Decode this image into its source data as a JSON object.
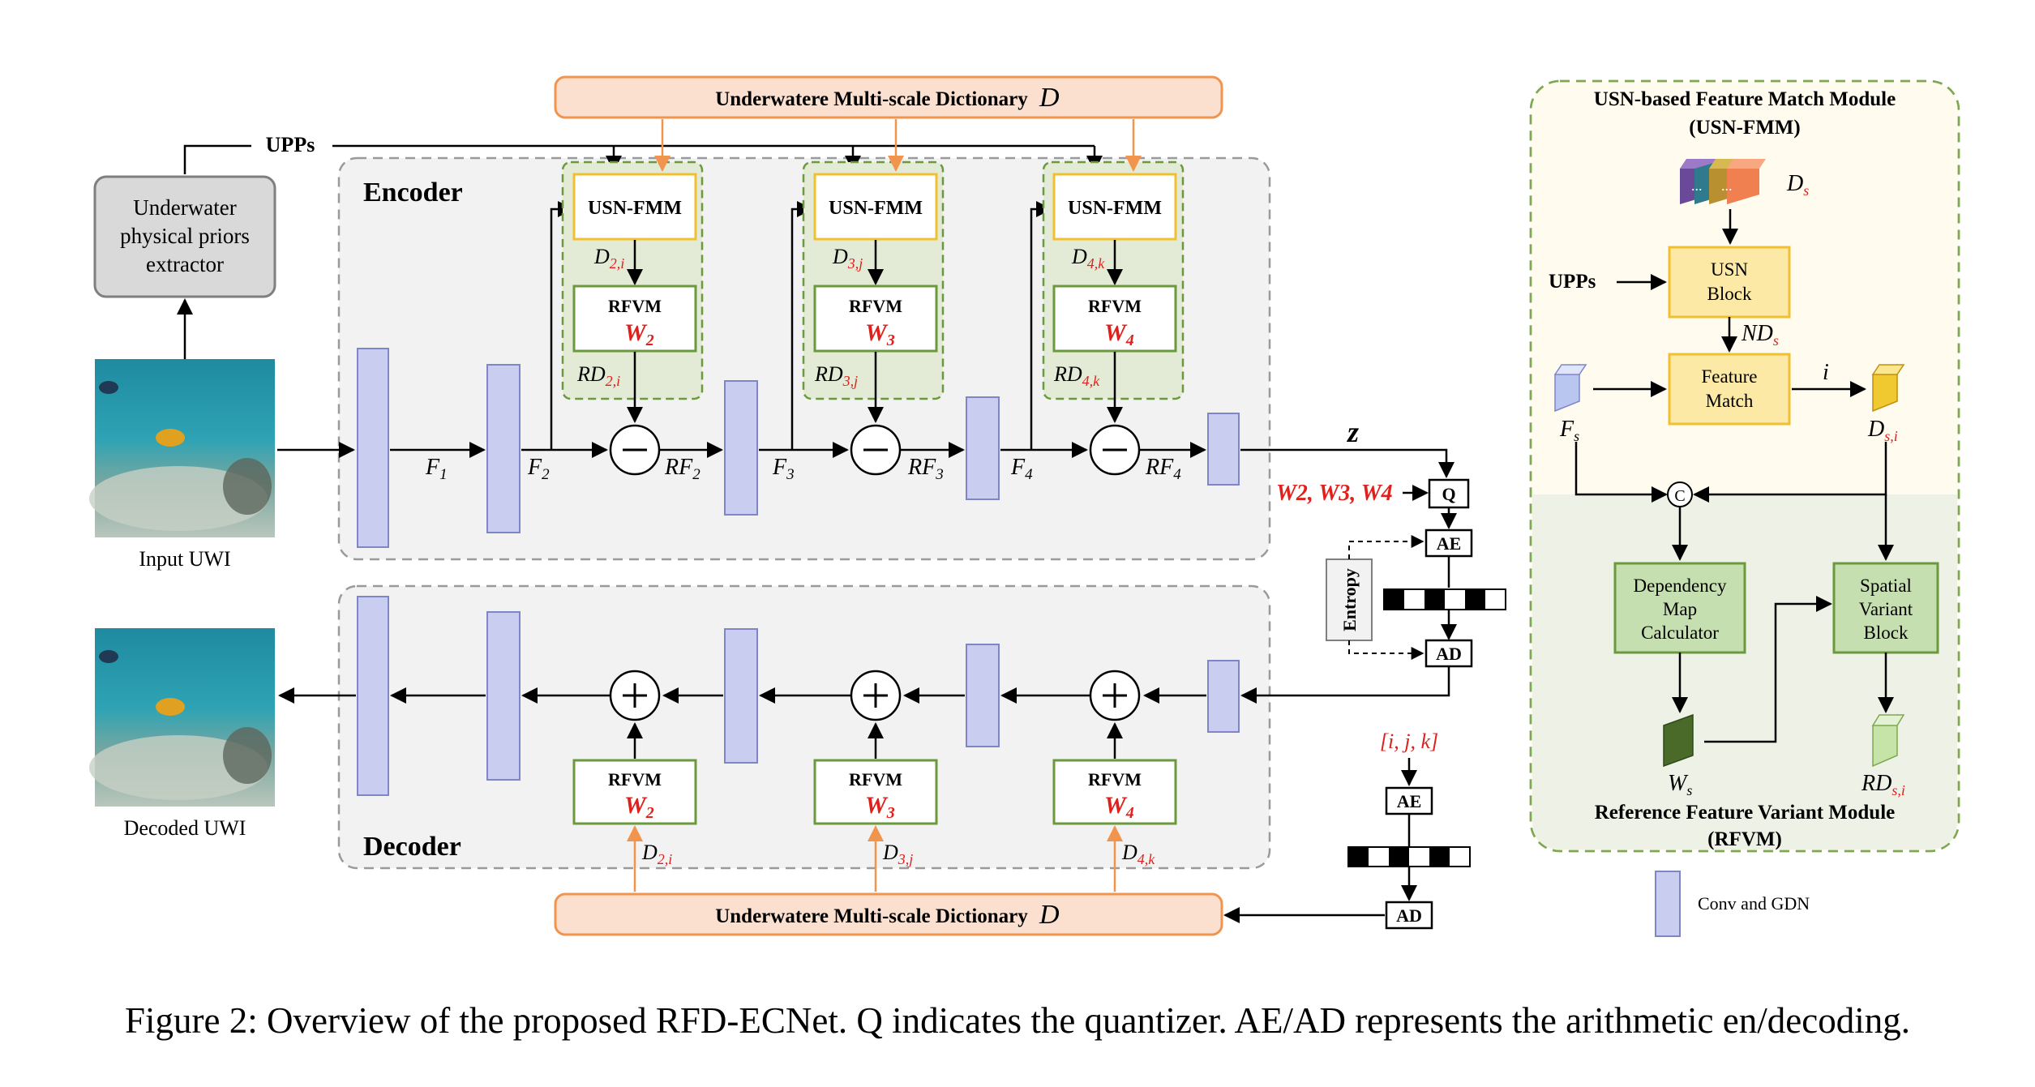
{
  "top_dictionary": {
    "label": "Underwatere Multi-scale Dictionary",
    "symbol": "D"
  },
  "bottom_dictionary": {
    "label": "Underwatere Multi-scale Dictionary",
    "symbol": "D"
  },
  "upps_label": "UPPs",
  "extractor": {
    "line1": "Underwater",
    "line2": "physical priors",
    "line3": "extractor"
  },
  "input_caption": "Input UWI",
  "decoded_caption": "Decoded UWI",
  "encoder_title": "Encoder",
  "decoder_title": "Decoder",
  "usn_fmm_label": "USN-FMM",
  "rfvm_label": "RFVM",
  "weights": [
    "W",
    "W",
    "W"
  ],
  "weight_subs": [
    "2",
    "3",
    "4"
  ],
  "dict_subs": [
    "2,i",
    "3,j",
    "4,k"
  ],
  "features": {
    "f1": "F",
    "f2": "F",
    "f3": "F",
    "f4": "F",
    "subs": [
      "1",
      "2",
      "3",
      "4"
    ]
  },
  "residual_features": {
    "rf": "RF",
    "subs": [
      "2",
      "3",
      "4"
    ]
  },
  "rd_label": "RD",
  "d_label": "D",
  "z_label": "z",
  "q_label": "Q",
  "ae_label": "AE",
  "ad_label": "AD",
  "entropy_label": "Entropy",
  "weights_to_q": "W2, W3, W4",
  "indices_label": "[i, j, k]",
  "minus_symbol": "−",
  "plus_symbol": "+",
  "fmm_panel": {
    "title_line1": "USN-based Feature Match Module",
    "title_line2": "(USN-FMM)",
    "ds_label": "D",
    "ds_sub": "s",
    "upps_label": "UPPs",
    "usn_block_line1": "USN",
    "usn_block_line2": "Block",
    "nds_label": "ND",
    "nds_sub": "s",
    "fs_label": "F",
    "fs_sub": "s",
    "feature_match_line1": "Feature",
    "feature_match_line2": "Match",
    "i_label": "i",
    "dsi_label": "D",
    "dsi_sub": "s,i",
    "concat_symbol": "C",
    "dependency_line1": "Dependency",
    "dependency_line2": "Map",
    "dependency_line3": "Calculator",
    "svb_line1": "Spatial",
    "svb_line2": "Variant",
    "svb_line3": "Block",
    "ws_label": "W",
    "ws_sub": "s",
    "rds_label": "RD",
    "rds_sub": "s,i",
    "rfvm_title_line1": "Reference Feature Variant Module",
    "rfvm_title_line2": "(RFVM)",
    "legend_label": "Conv and GDN",
    "dots": "..."
  },
  "caption": "Figure 2: Overview of the proposed RFD-ECNet. Q indicates the quantizer. AE/AD represents the arithmetic en/decoding.",
  "colors": {
    "conv": "#c9cdf0",
    "conv_stroke": "#7f86c8",
    "dict_fill": "#fbe0cf",
    "dict_stroke": "#f0944e",
    "fmm_green": "#e3ebd6",
    "yellow_fill": "#fde9a6",
    "yellow_stroke": "#f0c030",
    "green_stroke": "#6a9a3c",
    "red": "#e0201c",
    "orange_arrow": "#f0944e",
    "panel_bg": "#f2f2f2"
  }
}
